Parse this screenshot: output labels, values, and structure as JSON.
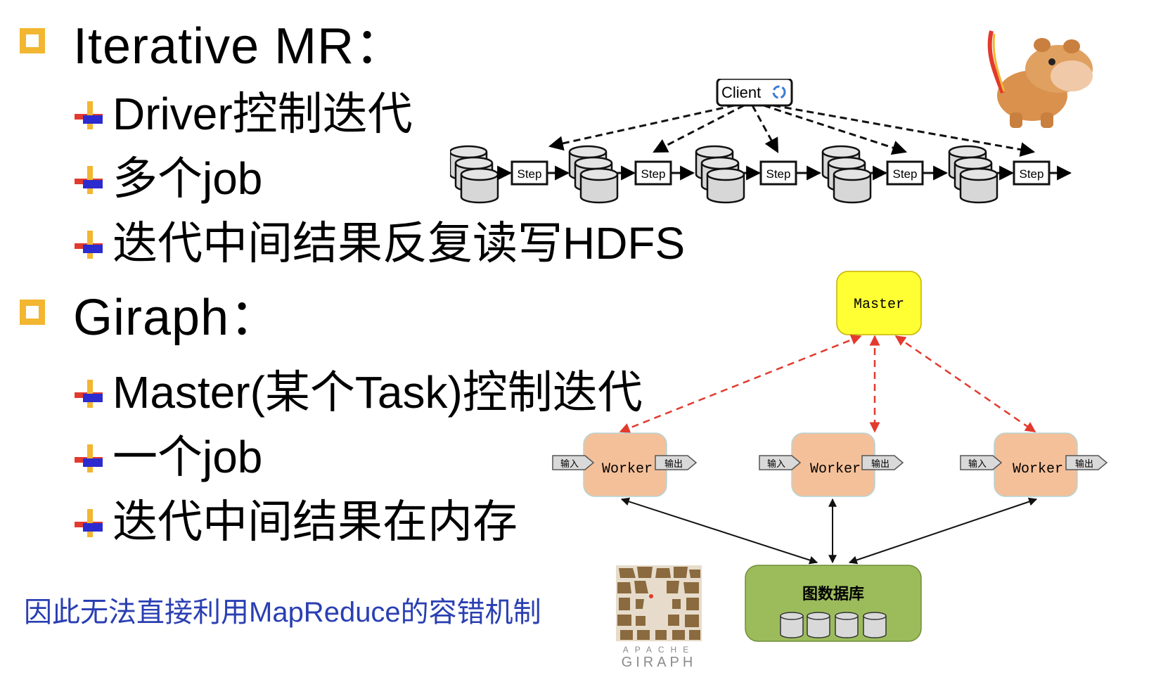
{
  "sections": [
    {
      "heading": "Iterative MR：",
      "items": [
        "Driver控制迭代",
        "多个job",
        "迭代中间结果反复读写HDFS"
      ]
    },
    {
      "heading": "Giraph：",
      "items": [
        "Master(某个Task)控制迭代",
        "一个job",
        "迭代中间结果在内存"
      ]
    }
  ],
  "note": "因此无法直接利用MapReduce的容错机制",
  "mr_diagram": {
    "client_label": "Client",
    "step_label": "Step"
  },
  "giraph_diagram": {
    "master_label": "Master",
    "worker_label": "Worker",
    "input_label": "输入",
    "output_label": "输出",
    "db_label": "图数据库"
  },
  "giraph_logo": {
    "line1": "APACHE",
    "line2": "GIRAPH"
  },
  "colors": {
    "bullet": "#f2b630",
    "master": "#ffff33",
    "worker": "#f4c09a",
    "db": "#9cbc5c",
    "dashed_arrow": "#e23a2e",
    "note": "#2a3fb2"
  }
}
